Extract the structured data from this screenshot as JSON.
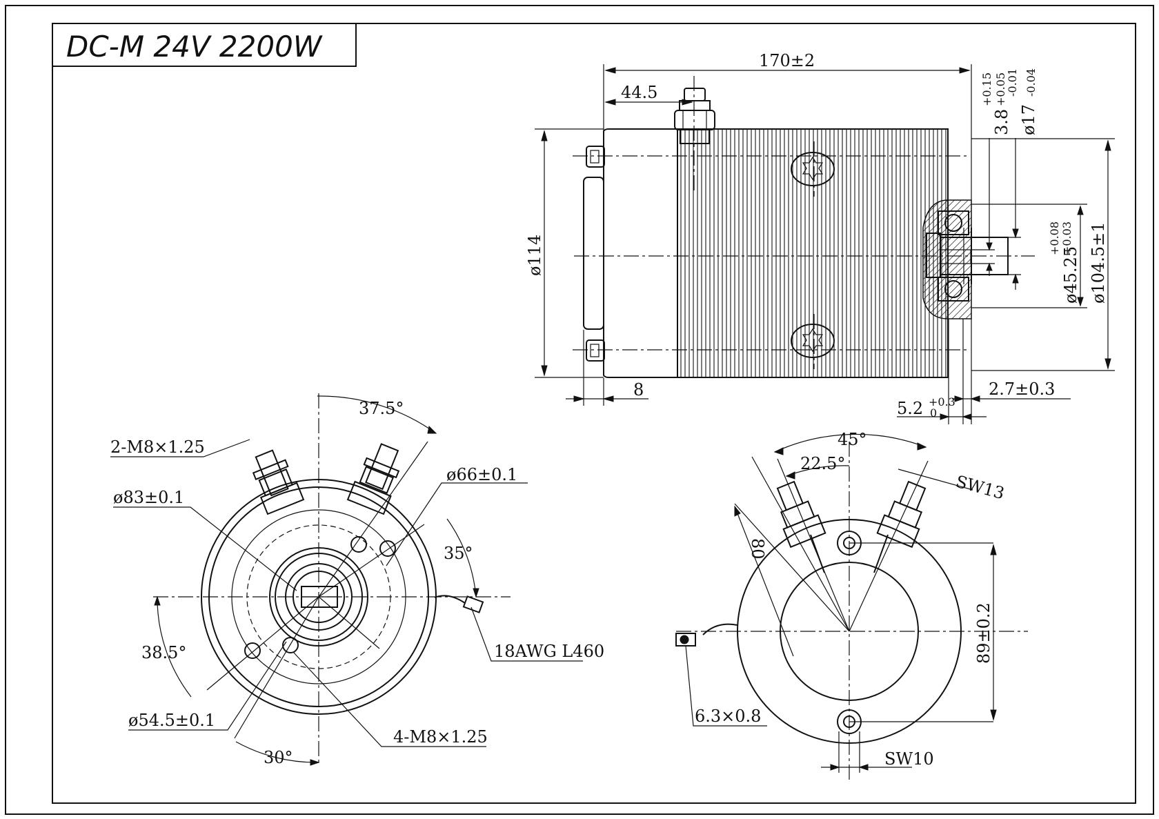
{
  "title": "DC-M 24V 2200W",
  "side_view": {
    "overall_length": "170±2",
    "terminal_offset": "44.5",
    "diameter_body": "ø114",
    "flange_8": "8",
    "key_width": "3.8",
    "key_width_tol_upper": "+0.15",
    "key_width_tol_lower": "+0.05",
    "shaft_diameter": "ø17",
    "shaft_tol_upper": "-0.01",
    "shaft_tol_lower": "-0.04",
    "pilot_diameter": "ø45.25",
    "pilot_tol_upper": "+0.08",
    "pilot_tol_lower": "+0.03",
    "outer_flange": "ø104.5±1",
    "shoulder": "2.7±0.3",
    "shaft_step": "5.2",
    "shaft_step_tol_upper": "+0.3",
    "shaft_step_tol_lower": "0"
  },
  "front_view": {
    "angle_top": "37.5°",
    "studs": "2-M8×1.25",
    "bolt_circle_66": "ø66±0.1",
    "bolt_circle_83": "ø83±0.1",
    "angle_right": "35°",
    "angle_left": "38.5°",
    "wire": "18AWG L460",
    "bolt_circle_54": "ø54.5±0.1",
    "holes": "4-M8×1.25",
    "angle_bottom": "30°"
  },
  "rear_view": {
    "angle_45": "45°",
    "angle_22": "22.5°",
    "wrench_top": "SW13",
    "dim_80": "80",
    "spacing": "89±0.2",
    "terminal": "6.3×0.8",
    "wrench_bottom": "SW10"
  }
}
